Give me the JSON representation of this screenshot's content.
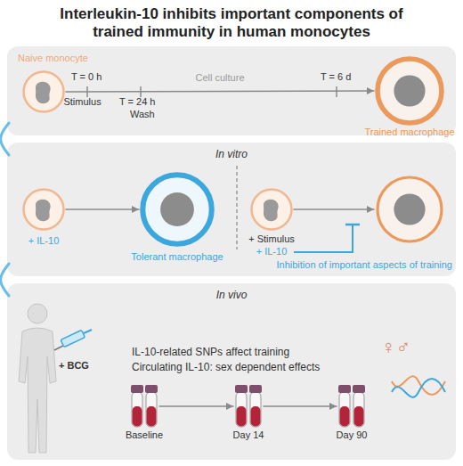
{
  "diagram": {
    "title": "Interleukin-10 inhibits important components of trained immunity in human monocytes",
    "nodes": [
      {
        "text": [
          "T = 0 h",
          "+ Stimulus",
          "T = 24 h",
          "Wash",
          "T = 6 d"
        ]
      },
      {
        "text": [
          "Naive monocyte"
        ],
        "in": 0
      },
      {
        "text": [
          "Trained macrophage"
        ],
        "in": 0
      },
      {
        "text": [
          "In vitro"
        ]
      },
      {
        "text": [
          "+ IL-10"
        ],
        "in": 3
      },
      {
        "text": [
          "Tolerant macrophage"
        ],
        "in": 3
      },
      {
        "text": [
          "+ Stimulus",
          "+ IL-10"
        ],
        "in": 3
      },
      {
        "text": [
          "Inhibition of important aspects of training"
        ],
        "in": 3
      },
      {
        "text": [
          "In vivo",
          "+ BCG",
          "IL-10-related SNPs affect training",
          "Circulating IL-10: sex dependent effects",
          "♀♂"
        ]
      },
      {
        "text": [
          "Baseline"
        ],
        "in": 8
      },
      {
        "text": [
          "Day 14"
        ],
        "in": 8
      },
      {
        "text": [
          "Day 90"
        ],
        "in": 8
      }
    ],
    "edges": [
      {
        "from": 0,
        "to": 3,
        "arrow": "none"
      },
      {
        "from": 1,
        "to": 2,
        "arrow": "to",
        "label": "Cell culture"
      },
      {
        "from": 3,
        "to": 8,
        "arrow": "none"
      },
      {
        "from": 4,
        "to": 5,
        "arrow": "to"
      },
      {
        "from": 6,
        "to": 7,
        "arrow": "to"
      },
      {
        "from": 9,
        "to": 10,
        "arrow": "to"
      },
      {
        "from": 10,
        "to": 11,
        "arrow": "to"
      }
    ]
  }
}
